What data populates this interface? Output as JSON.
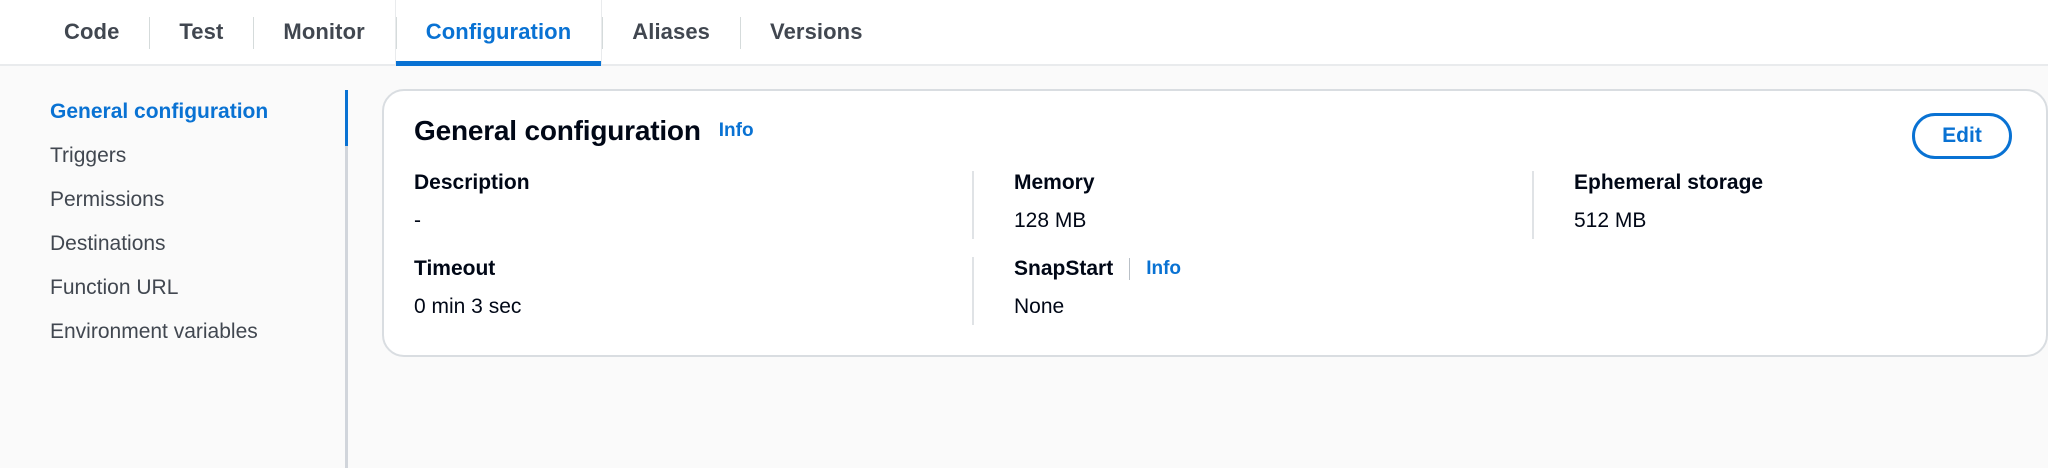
{
  "tabs": [
    {
      "label": "Code",
      "active": false
    },
    {
      "label": "Test",
      "active": false
    },
    {
      "label": "Monitor",
      "active": false
    },
    {
      "label": "Configuration",
      "active": true
    },
    {
      "label": "Aliases",
      "active": false
    },
    {
      "label": "Versions",
      "active": false
    }
  ],
  "sidebar": {
    "items": [
      {
        "label": "General configuration",
        "active": true
      },
      {
        "label": "Triggers",
        "active": false
      },
      {
        "label": "Permissions",
        "active": false
      },
      {
        "label": "Destinations",
        "active": false
      },
      {
        "label": "Function URL",
        "active": false
      },
      {
        "label": "Environment variables",
        "active": false
      }
    ]
  },
  "card": {
    "title": "General configuration",
    "info_label": "Info",
    "edit_label": "Edit",
    "fields": {
      "description": {
        "label": "Description",
        "value": "-"
      },
      "memory": {
        "label": "Memory",
        "value": "128  MB"
      },
      "ephemeral_storage": {
        "label": "Ephemeral storage",
        "value": "512  MB"
      },
      "timeout": {
        "label": "Timeout",
        "value": "0  min   3  sec"
      },
      "snapstart": {
        "label": "SnapStart",
        "info_label": "Info",
        "value": "None"
      }
    }
  },
  "colors": {
    "accent": "#0972d3",
    "text": "#000716",
    "muted": "#414750",
    "border": "#d9dde1",
    "background": "#fafafa"
  }
}
